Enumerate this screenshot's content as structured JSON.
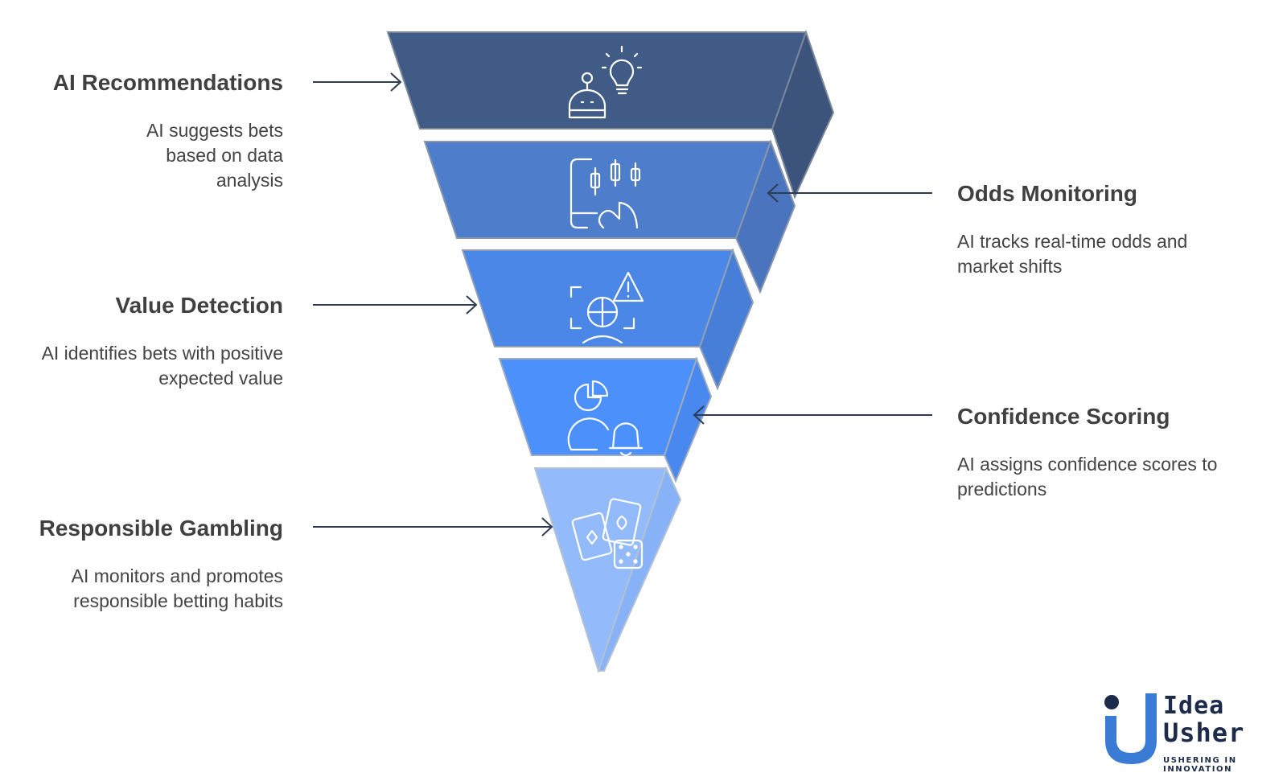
{
  "stages": [
    {
      "title": "AI Recommendations",
      "description": "AI suggests bets based on data analysis",
      "side": "left",
      "color": "#415b87",
      "icon": "robot-lightbulb-icon"
    },
    {
      "title": "Odds Monitoring",
      "description": "AI tracks real-time odds and market shifts",
      "side": "right",
      "color": "#4e7ecb",
      "icon": "tablet-candlestick-chart-icon"
    },
    {
      "title": "Value Detection",
      "description": "AI identifies bets with positive expected value",
      "side": "left",
      "color": "#4b87e6",
      "icon": "scan-chart-alert-icon"
    },
    {
      "title": "Confidence Scoring",
      "description": "AI assigns confidence scores to predictions",
      "side": "right",
      "color": "#4c90fb",
      "icon": "user-pie-bell-icon"
    },
    {
      "title": "Responsible Gambling",
      "description": "AI monitors and promotes responsible betting habits",
      "side": "left",
      "color": "#93bbfb",
      "icon": "cards-dice-icon"
    }
  ],
  "logo": {
    "line1": "Idea",
    "line2": "Usher",
    "tagline": "USHERING IN INNOVATION",
    "accent": "#3a7bd5"
  }
}
